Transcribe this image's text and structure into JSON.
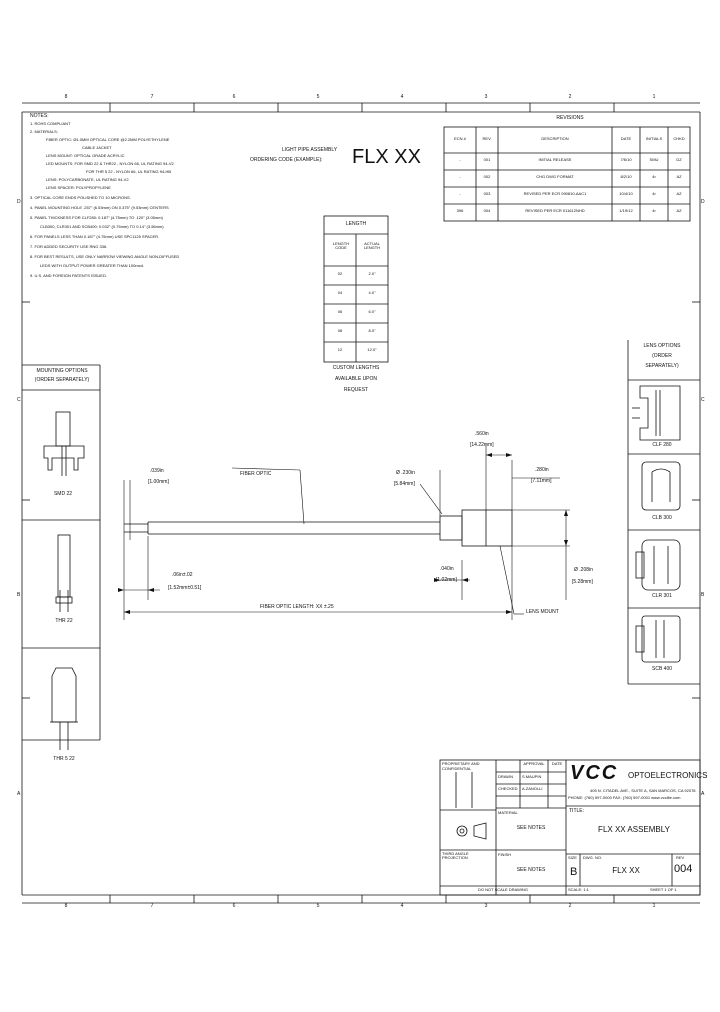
{
  "zones": {
    "top": [
      "8",
      "7",
      "6",
      "5",
      "4",
      "3",
      "2",
      "1"
    ],
    "bottom": [
      "8",
      "7",
      "6",
      "5",
      "4",
      "3",
      "2",
      "1"
    ],
    "left": [
      "D",
      "C",
      "B",
      "A"
    ],
    "right": [
      "D",
      "C",
      "B",
      "A"
    ]
  },
  "notes": {
    "title": "NOTES:",
    "lines": [
      "1. ROHS COMPLIANT",
      "2. MATERIALS:",
      "FIBER OPTIC: Ø1.0MM OPTICAL CORE @2.2MM POLYETHYLENE",
      "CABLE JACKET",
      "LENS MOUNT: OPTICAL GRADE ACRYLIC",
      "LED MOUNTS: FOR SMD 22 & THR22 - NYLON 66, UL RATING 94-V2",
      "FOR THR 5 22 - NYLON 66, UL RATING 94-HB",
      "LENS: POLYCARBONATE, UL RATING 94-V2",
      "LENS SPACER: POLYPROPYLENE",
      "3. OPTICAL CORE ENDS POLISHED TO 10 MICRONS.",
      "4. PANEL MOUNTING HOLE .257\" (6.53mm) ON 0.375\" (9.53mm) CENTERS",
      "5. PANEL THICKNESS FOR CLF280: 0.187\" (4.75mm) TO .120\" (3.05mm)",
      "CLB300, CLR301 AND SCB400: 0.032\" (0.75mm) TO 0.14\" (3.56mm)",
      "6. FOR PANELS LESS THAN 0.187\" (4.75mm) USE SPC1125 SPACER.",
      "7. FOR ADDED SECURITY USE RNG 336.",
      "8. FOR BEST RESULTS, USE ONLY NARROW VIEWING ANGLE NON-DIFFUSED",
      "LEDS WITH OUTPUT POWER GREATER THAN 100mcd.",
      "9. U.S. AND FOREIGN PATENTS ISSUED."
    ]
  },
  "ordering": {
    "line1": "LIGHT PIPE ASSEMBLY",
    "line2": "ORDERING CODE (EXAMPLE):",
    "code": "FLX XX"
  },
  "revisions": {
    "title": "REVISIONS",
    "headers": [
      "ECN #",
      "REV.",
      "DESCRIPTION",
      "DATE",
      "INITIALS",
      "CHKD"
    ],
    "rows": [
      [
        "-",
        "001",
        "INITIAL RELEASE",
        "7/6/10",
        "SMU",
        "DZ"
      ],
      [
        "-",
        "002",
        "CHG DWG FORMAT",
        "8/2/10",
        "4r",
        "AZ"
      ],
      [
        "-",
        "003",
        "REVISED PER ECR 090810-AAC1",
        "10/4/10",
        "4r",
        "AZ"
      ],
      [
        "396",
        "004",
        "REVISED PER ECR 011612NHD",
        "1/19/12",
        "4r",
        "AZ"
      ]
    ]
  },
  "length_table": {
    "title": "LENGTH",
    "headers": [
      "LENGTH CODE",
      "ACTUAL LENGTH"
    ],
    "rows": [
      [
        "02",
        "2.0\""
      ],
      [
        "04",
        "4.0\""
      ],
      [
        "06",
        "6.0\""
      ],
      [
        "08",
        "8.0\""
      ],
      [
        "12",
        "12.0\""
      ]
    ],
    "footer": [
      "CUSTOM LENGTHS",
      "AVAILABLE UPON",
      "REQUEST"
    ]
  },
  "mounting": {
    "title": [
      "MOUNTING OPTIONS",
      "(ORDER SEPARATELY)"
    ],
    "items": [
      "SMD 22",
      "THR 22",
      "THR 5 22"
    ]
  },
  "lens_options": {
    "title": [
      "LENS OPTIONS",
      "(ORDER",
      "SEPARATELY)"
    ],
    "items": [
      "CLF 280",
      "CLB 300",
      "CLR 301",
      "SCB 400"
    ]
  },
  "drawing": {
    "fiber_dia": [
      ".039in",
      "[1.00mm]"
    ],
    "fiber_optic_label": "FIBER OPTIC",
    "lensmount_dia": [
      "Ø .230in",
      "[5.84mm]"
    ],
    "len_560": [
      ".560in",
      "[14.22mm]"
    ],
    "len_280": [
      ".280in",
      "[7.11mm]"
    ],
    "end_06": [
      ".06in±.02",
      "[1.52mm±0.51]"
    ],
    "len_040": [
      ".040in",
      "[1.02mm]"
    ],
    "dia_208": [
      "Ø .208in",
      "[5.28mm]"
    ],
    "fiber_length": "FIBER OPTIC LENGTH: XX ±.25",
    "lens_mount": "LENS MOUNT"
  },
  "title_block": {
    "logo": "VCC",
    "company": "OPTOELECTRONICS",
    "address1": "405 N. CITADEL AVE., SUITE A, SAN MARCOS, CA 92078",
    "address2": "PHONE: (760) 597-0000  FAX: (760) 597-0001  www.vcclite.com",
    "title_label": "TITLE:",
    "title": "FLX XX ASSEMBLY",
    "size_label": "SIZE",
    "size": "B",
    "dwg_label": "DWG. NO.",
    "dwg": "FLX XX",
    "rev_label": "REV",
    "rev": "004",
    "scale": "SCALE: 1:1",
    "sheet": "SHEET 1 OF 1",
    "sig_headers": [
      "APPROVAL",
      "DATE"
    ],
    "sig_rows": [
      [
        "DRAWN",
        "S.MAUPIN"
      ],
      [
        "CHECKED",
        "A.ZANOLLI"
      ]
    ],
    "material_label": "MATERIAL",
    "see_notes_1": "SEE NOTES",
    "finish_label": "FINISH",
    "see_notes_2": "SEE NOTES",
    "proprietary": "PROPRIETARY AND CONFIDENTIAL",
    "third_angle": "THIRD ANGLE PROJECTION",
    "do_not_scale": "DO NOT SCALE DRAWING"
  }
}
